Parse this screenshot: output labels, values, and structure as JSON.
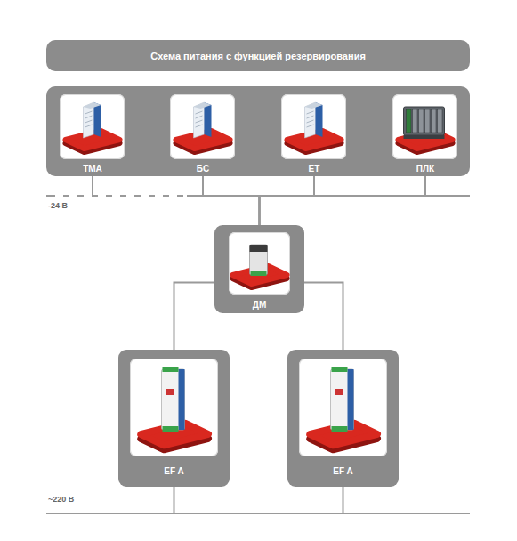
{
  "diagram": {
    "title": "Схема питания с функцией резервирования",
    "nodes": [
      {
        "text": [
          "ТМА"
        ]
      },
      {
        "text": [
          "БС"
        ]
      },
      {
        "text": [
          "ЕТ"
        ]
      },
      {
        "text": [
          "ПЛК"
        ]
      },
      {
        "text": [
          "ДМ"
        ]
      },
      {
        "text": [
          "EF A"
        ]
      },
      {
        "text": [
          "EF A"
        ]
      }
    ],
    "edges": [
      {
        "from": 4,
        "to": 0,
        "arrow": "none"
      },
      {
        "from": 4,
        "to": 1,
        "arrow": "none"
      },
      {
        "from": 4,
        "to": 2,
        "arrow": "none"
      },
      {
        "from": 4,
        "to": 3,
        "arrow": "none"
      },
      {
        "from": 4,
        "to": 5,
        "arrow": "none"
      },
      {
        "from": 4,
        "to": 6,
        "arrow": "none"
      }
    ],
    "labels": [
      "-24 В",
      "~220 В"
    ]
  }
}
